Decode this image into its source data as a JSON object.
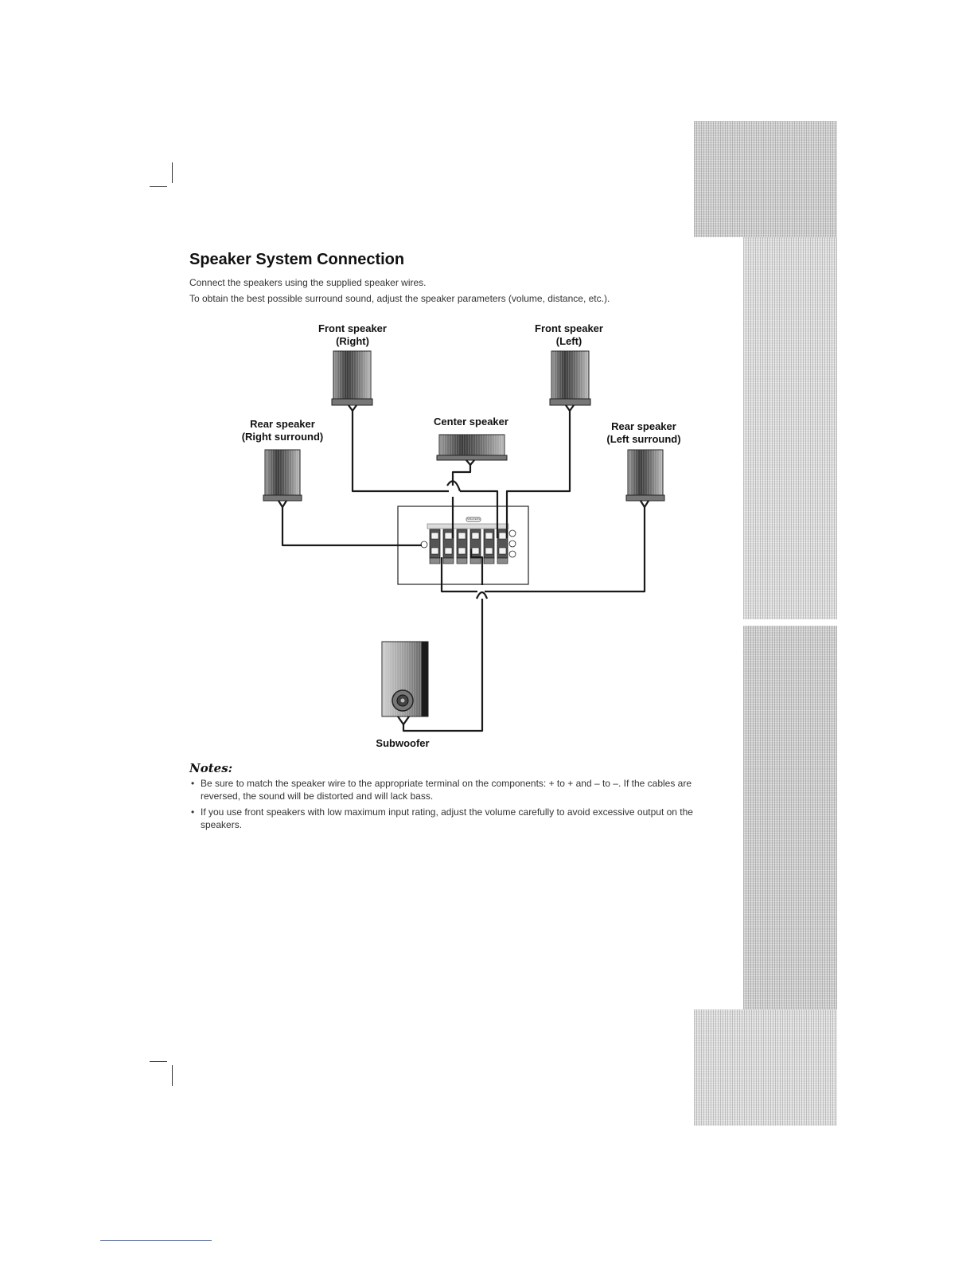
{
  "title": "Speaker System Connection",
  "intro": [
    "Connect the speakers using the supplied speaker wires.",
    "To obtain the best possible surround sound, adjust the speaker parameters (volume, distance, etc.)."
  ],
  "diagram": {
    "front_right": {
      "line1": "Front speaker",
      "line2": "(Right)"
    },
    "front_left": {
      "line1": "Front speaker",
      "line2": "(Left)"
    },
    "rear_right": {
      "line1": "Rear speaker",
      "line2": "(Right surround)"
    },
    "rear_left": {
      "line1": "Rear speaker",
      "line2": "(Left surround)"
    },
    "center": "Center speaker",
    "subwoofer": "Subwoofer",
    "panel_label": "SPEAKERS"
  },
  "notes": {
    "title": "Notes:",
    "items": [
      "Be sure to match the speaker wire to the appropriate terminal on the components: + to + and – to –. If the cables are reversed, the sound will be distorted and will lack bass.",
      "If you use front speakers with low maximum input rating, adjust the volume carefully to avoid excessive output on the speakers."
    ]
  }
}
